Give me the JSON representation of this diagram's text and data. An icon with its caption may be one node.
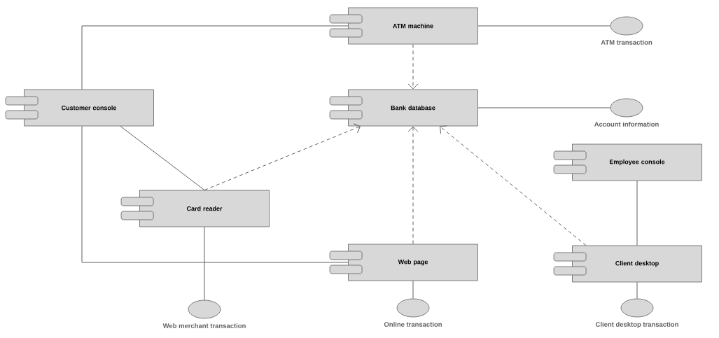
{
  "diagram": {
    "nodes": [
      {
        "text": [
          "ATM machine"
        ]
      },
      {
        "text": [
          "ATM transaction"
        ]
      },
      {
        "text": [
          "Customer console"
        ]
      },
      {
        "text": [
          "Bank database"
        ]
      },
      {
        "text": [
          "Account information"
        ]
      },
      {
        "text": [
          "Employee console"
        ]
      },
      {
        "text": [
          "Card reader"
        ]
      },
      {
        "text": [
          "Web page"
        ]
      },
      {
        "text": [
          "Client desktop"
        ]
      },
      {
        "text": [
          "Web merchant transaction"
        ]
      },
      {
        "text": [
          "Online transaction"
        ]
      },
      {
        "text": [
          "Client desktop transaction"
        ]
      }
    ],
    "edges": [
      {
        "from": 2,
        "to": 0,
        "arrow": "none"
      },
      {
        "from": 2,
        "to": 7,
        "arrow": "none"
      },
      {
        "from": 2,
        "to": 6,
        "arrow": "none"
      },
      {
        "from": 6,
        "to": 9,
        "arrow": "none"
      },
      {
        "from": 0,
        "to": 3,
        "arrow": "to",
        "style": "dashed"
      },
      {
        "from": 6,
        "to": 3,
        "arrow": "to",
        "style": "dashed"
      },
      {
        "from": 7,
        "to": 3,
        "arrow": "to",
        "style": "dashed"
      },
      {
        "from": 8,
        "to": 3,
        "arrow": "to",
        "style": "dashed"
      },
      {
        "from": 0,
        "to": 1,
        "arrow": "none"
      },
      {
        "from": 3,
        "to": 4,
        "arrow": "none"
      },
      {
        "from": 5,
        "to": 8,
        "arrow": "none"
      },
      {
        "from": 7,
        "to": 10,
        "arrow": "none"
      },
      {
        "from": 8,
        "to": 11,
        "arrow": "none"
      }
    ]
  }
}
